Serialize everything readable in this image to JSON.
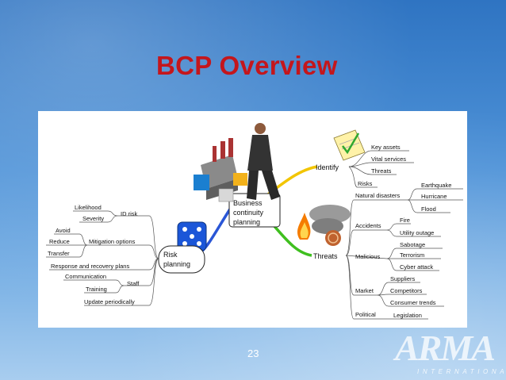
{
  "slide": {
    "title": "BCP Overview",
    "page_number": "23",
    "logo_text": "ARMA",
    "logo_subtext": "INTERNATIONAL"
  },
  "mindmap": {
    "center": [
      "Business",
      "continuity",
      "planning"
    ],
    "risk_planning": {
      "label": [
        "Risk",
        "planning"
      ],
      "items": [
        {
          "label": "ID risk",
          "children": [
            "Likelihood",
            "Severity"
          ]
        },
        {
          "label": "Mitigation options",
          "children": [
            "Avoid",
            "Reduce",
            "Transfer"
          ]
        },
        {
          "label": "Response and recovery plans",
          "children": []
        },
        {
          "label": "Staff",
          "children": [
            "Communication",
            "Training"
          ]
        },
        {
          "label": "Update periodically",
          "children": []
        }
      ]
    },
    "identify": {
      "label": "Identify",
      "items": [
        "Key assets",
        "Vital services",
        "Threats",
        "Risks"
      ]
    },
    "threats": {
      "label": "Threats",
      "items": [
        {
          "label": "Natural disasters",
          "children": [
            "Earthquake",
            "Hurricane",
            "Flood"
          ]
        },
        {
          "label": "Accidents",
          "children": [
            "Fire",
            "Utility outage"
          ]
        },
        {
          "label": "Malicious",
          "children": [
            "Sabotage",
            "Terrorism",
            "Cyber attack"
          ]
        },
        {
          "label": "Market",
          "children": [
            "Suppliers",
            "Competitors",
            "Consumer trends"
          ]
        },
        {
          "label": "Political",
          "children": [
            "Legislation"
          ]
        }
      ]
    }
  },
  "colors": {
    "title": "#c4161c",
    "branch_identify": "#f2c500",
    "branch_threats": "#3fbf1f",
    "branch_risk": "#2a56d6"
  }
}
